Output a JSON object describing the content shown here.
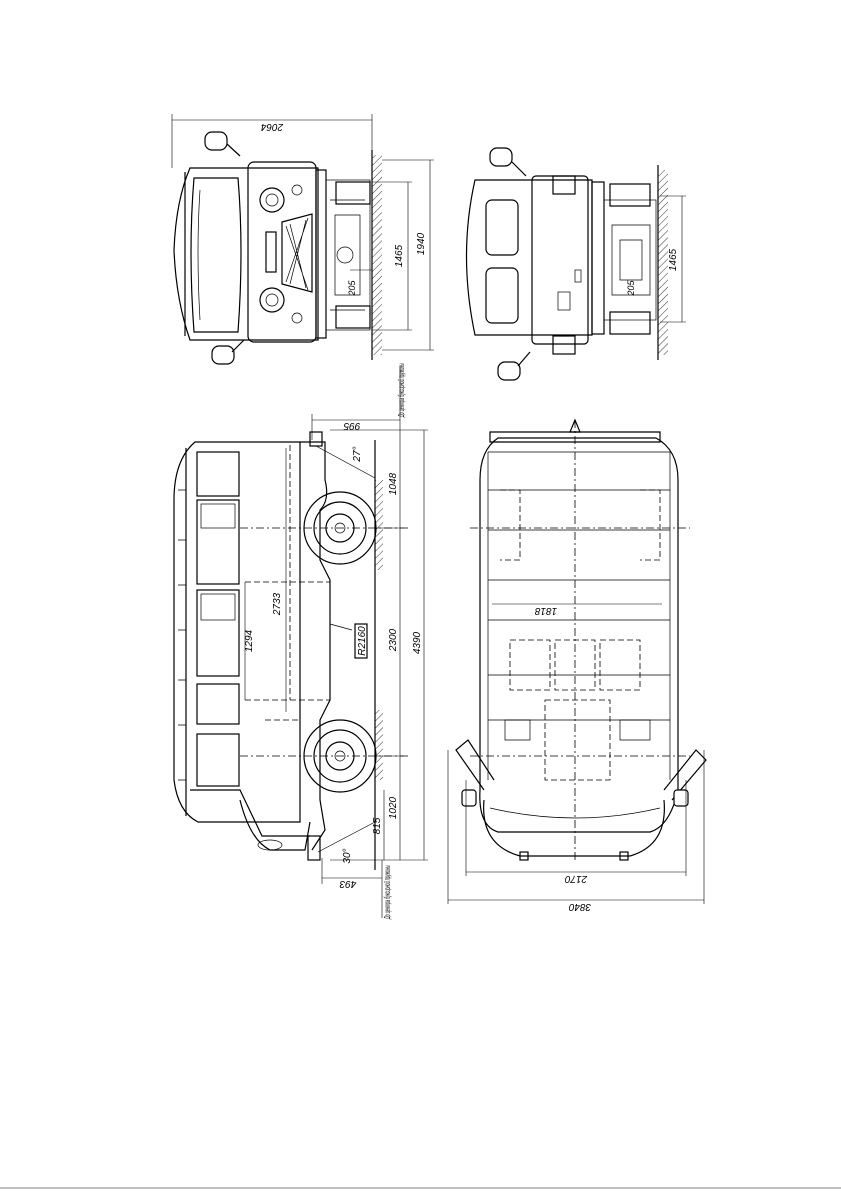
{
  "drawing": {
    "front_view": {
      "width_overall": "2064",
      "height_overall": "1940",
      "track": "1465",
      "ground_clearance": "205"
    },
    "rear_view": {
      "track": "1465",
      "ground_clearance": "205"
    },
    "side_view": {
      "length_overall": "4390",
      "wheelbase": "2300",
      "front_overhang_to_spring": "1048",
      "rear_overhang": "1020",
      "rear_section": "815",
      "front_offset": "995",
      "rear_offset": "493",
      "interior_height": "2733",
      "interior_width": "1294",
      "turn_radius": "R2160",
      "approach_angle": "27°",
      "departure_angle": "30°",
      "front_note": "До центра буксирной пружины",
      "rear_note": "До центра буксирной пружины"
    },
    "top_view": {
      "interior_length": "1818",
      "door_width": "2170",
      "doors_open_width": "3840"
    }
  }
}
